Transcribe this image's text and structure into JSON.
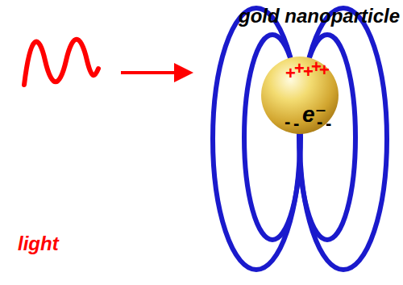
{
  "diagram": {
    "labels": [
      "gold nanoparticle",
      "light",
      "+",
      "+",
      "+",
      "+",
      "+",
      "-",
      "-",
      "e⁻",
      "-",
      "-"
    ]
  }
}
